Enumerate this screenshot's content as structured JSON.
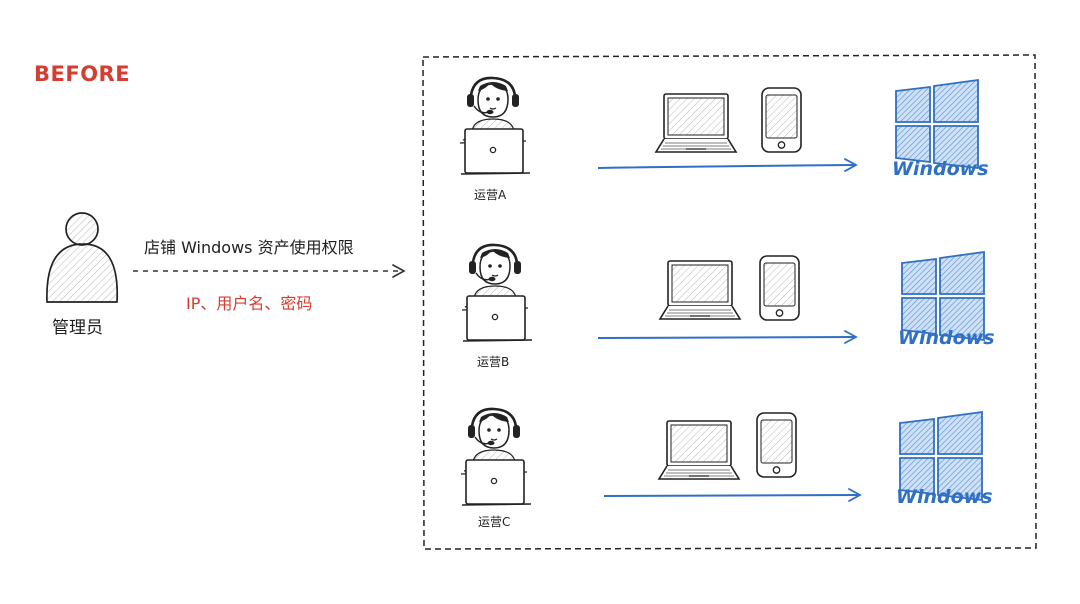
{
  "header": {
    "label": "BEFORE"
  },
  "admin": {
    "name": "管理员"
  },
  "edge": {
    "top_label": "店铺 Windows 资产使用权限",
    "bottom_label": "IP、用户名、密码"
  },
  "operators": [
    {
      "name": "运营A",
      "target": "Windows"
    },
    {
      "name": "运营B",
      "target": "Windows"
    },
    {
      "name": "运营C",
      "target": "Windows"
    }
  ],
  "colors": {
    "accent_red": "#d43d32",
    "windows_blue": "#2f6fc4",
    "ink": "#1f1f1f"
  }
}
